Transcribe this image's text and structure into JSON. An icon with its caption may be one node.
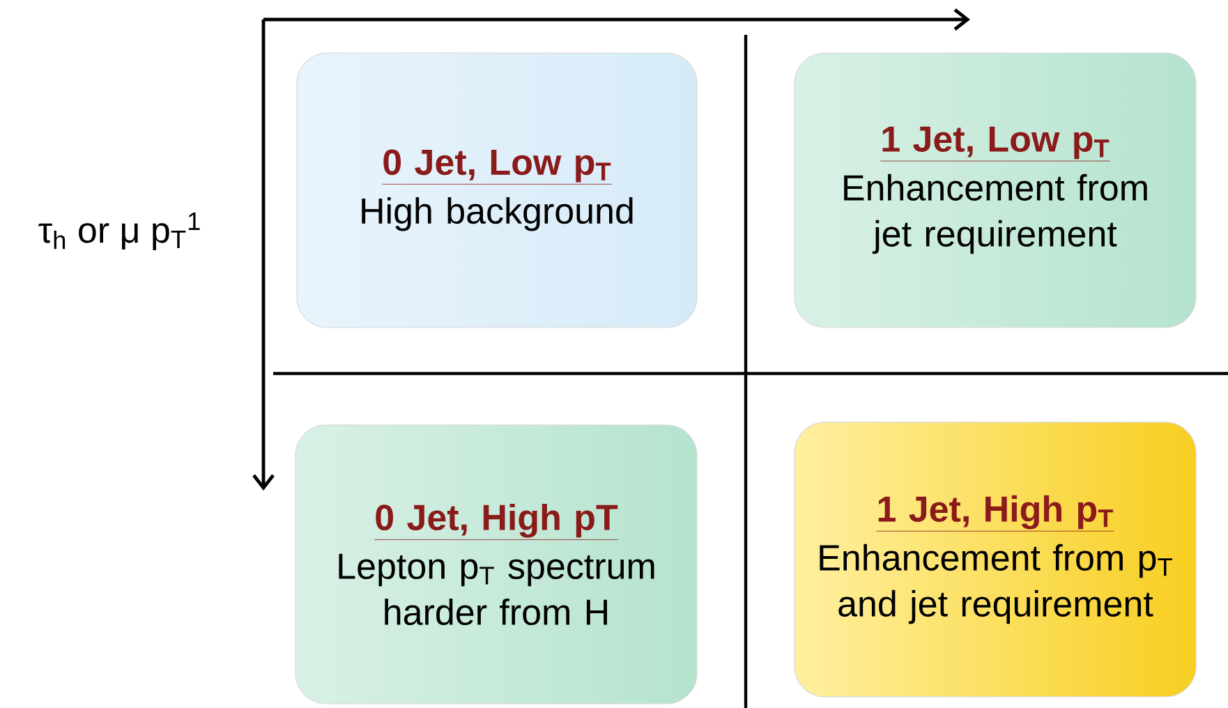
{
  "diagram": {
    "nodes": [
      {
        "text": [
          "0 Jet, Low p$_{T}$",
          "High background"
        ]
      },
      {
        "text": [
          "1 Jet, Low p$_{T}$",
          "Enhancement from jet requirement"
        ]
      },
      {
        "text": [
          "0 Jet, High pT",
          "Lepton p$_{T}$ spectrum harder from H"
        ]
      },
      {
        "text": [
          "1 Jet, High p$_{T}$",
          "Enhancement from p$_{T}$ and jet requirement"
        ]
      }
    ],
    "labels": [
      "τ$_{h}$ or μ p$_{T}$$^{1}$"
    ]
  }
}
